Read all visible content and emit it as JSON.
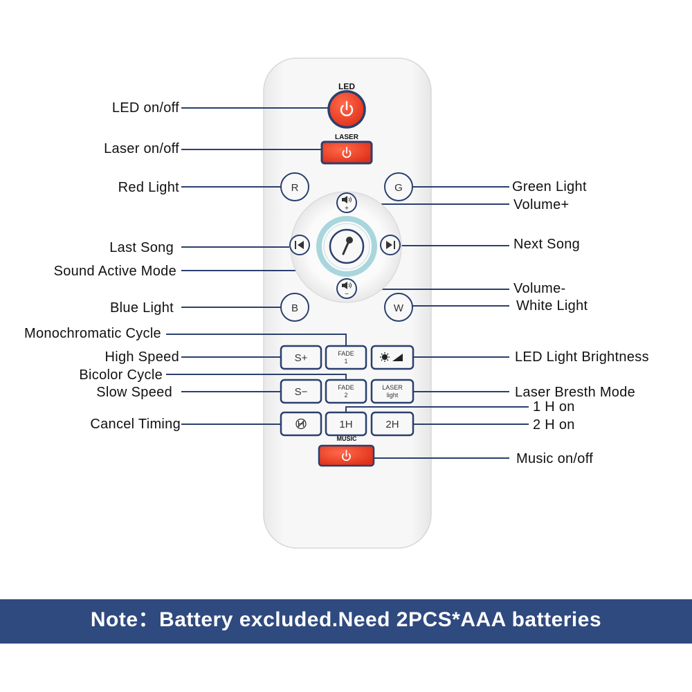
{
  "remote": {
    "top_labels": {
      "led": "LED",
      "laser": "LASER",
      "music": "MUSIC"
    },
    "buttons": {
      "red": "R",
      "green": "G",
      "blue": "B",
      "white": "W",
      "speed_up": "S+",
      "speed_down": "S−",
      "fade1_line1": "FADE",
      "fade1_line2": "1",
      "fade2_line1": "FADE",
      "fade2_line2": "2",
      "laser_light_line1": "LASER",
      "laser_light_line2": "light",
      "one_hour": "1H",
      "two_hour": "2H",
      "vol_up_sign": "+",
      "vol_down_sign": "−"
    },
    "colors": {
      "power_red": "#e8391f",
      "outline_navy": "#2a3f6e",
      "body": "#f4f4f4",
      "ring_teal": "#a8d6dc"
    }
  },
  "callouts": {
    "left": [
      "LED on/off",
      "Laser on/off",
      "Red Light",
      "Last Song",
      "Sound Active Mode",
      "Blue Light",
      "Monochromatic Cycle",
      "High Speed",
      "Bicolor Cycle",
      "Slow Speed",
      "Cancel Timing"
    ],
    "right": [
      "Green Light",
      "Volume+",
      "Next Song",
      "Volume-",
      "White Light",
      "LED Light Brightness",
      "Laser Bresth Mode",
      "1 H on",
      "2 H on",
      "Music on/off"
    ]
  },
  "note": {
    "text": "Note：Battery excluded.Need 2PCS*AAA batteries",
    "bar_color": "#2f4a7f"
  }
}
